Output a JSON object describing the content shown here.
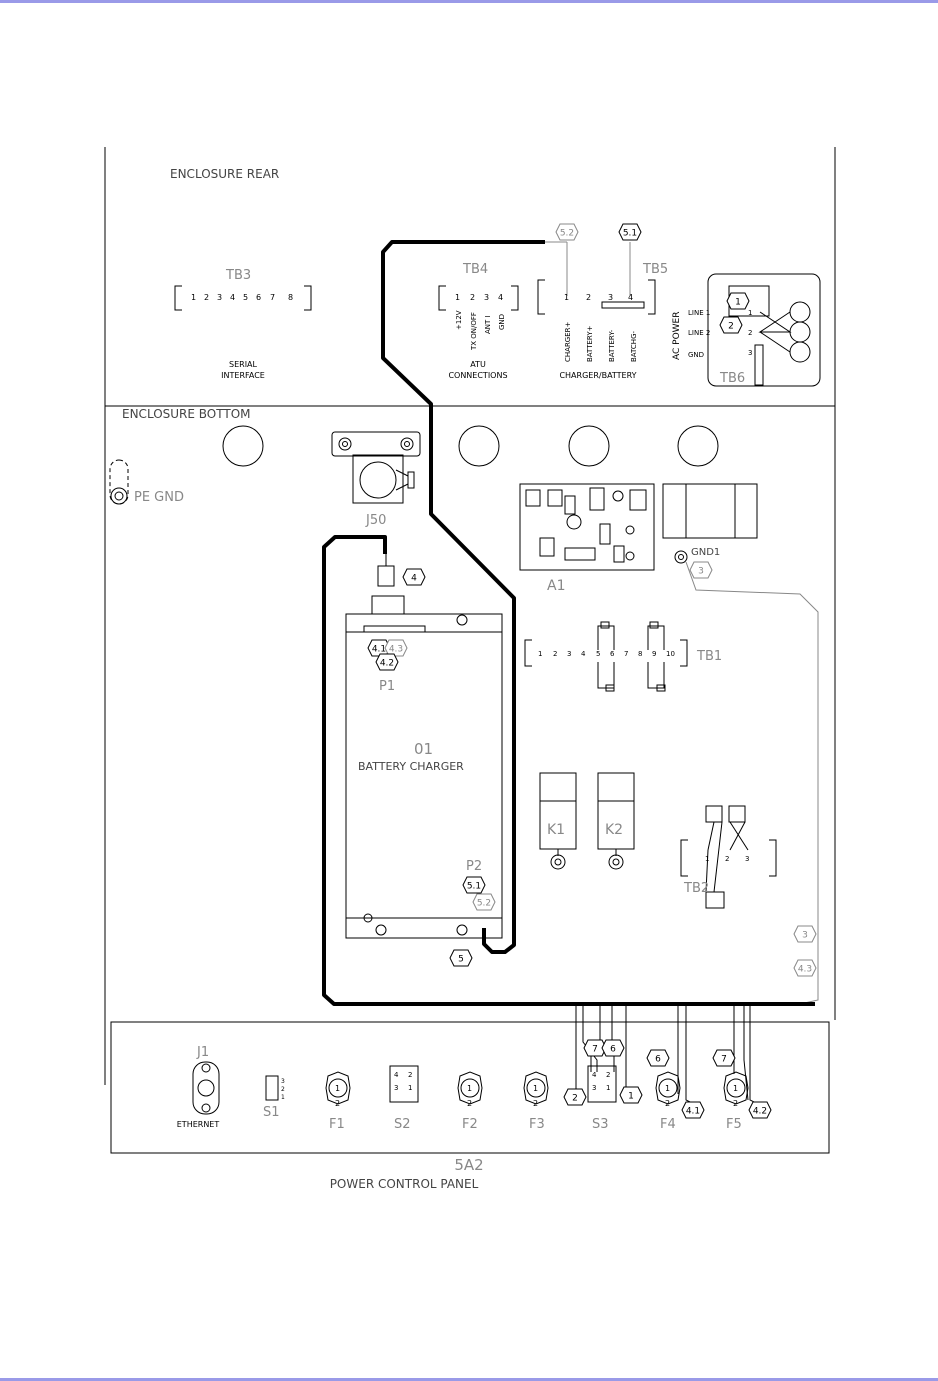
{
  "labels": {
    "enclosure_rear": "ENCLOSURE REAR",
    "enclosure_bottom": "ENCLOSURE BOTTOM",
    "tb3": "TB3",
    "tb3_pins": [
      "1",
      "2",
      "3",
      "4",
      "5",
      "6",
      "7",
      "8"
    ],
    "serial_interface_1": "SERIAL",
    "serial_interface_2": "INTERFACE",
    "tb4": "TB4",
    "tb4_pins": [
      "1",
      "2",
      "3",
      "4"
    ],
    "tb4_signals": [
      "+12V",
      "TX ON/OFF",
      "ANT I",
      "GND"
    ],
    "atu_1": "ATU",
    "atu_2": "CONNECTIONS",
    "tb5": "TB5",
    "tb5_pins": [
      "1",
      "2",
      "3",
      "4"
    ],
    "tb5_signals": [
      "CHARGER+",
      "BATTERY+",
      "BATTERY-",
      "BATCHG-"
    ],
    "charger_battery": "CHARGER/BATTERY",
    "ac_power": "AC POWER",
    "tb6_signals": [
      "LINE 1",
      "LINE 2",
      "GND"
    ],
    "tb6_pins": [
      "1",
      "2",
      "3"
    ],
    "tb6": "TB6",
    "pe_gnd": "PE GND",
    "j50": "J50",
    "a1": "A1",
    "gnd1": "GND1",
    "tb1": "TB1",
    "tb1_pins": [
      "1",
      "2",
      "3",
      "4",
      "5",
      "6",
      "7",
      "8",
      "9",
      "10"
    ],
    "p1": "P1",
    "p2": "P2",
    "unit_01": "01",
    "battery_charger": "BATTERY CHARGER",
    "k1": "K1",
    "k2": "K2",
    "tb2": "TB2",
    "tb2_pins": [
      "1",
      "2",
      "3"
    ],
    "j1": "J1",
    "ethernet": "ETHERNET",
    "s1": "S1",
    "s1_pins": [
      "3",
      "2",
      "1"
    ],
    "f1": "F1",
    "s2": "S2",
    "f2": "F2",
    "f3": "F3",
    "s3": "S3",
    "f4": "F4",
    "f5": "F5",
    "panel_id": "5A2",
    "panel_title": "POWER CONTROL PANEL",
    "fuse_pins": [
      "1",
      "2"
    ],
    "switch_pins": [
      "4",
      "2",
      "3",
      "1"
    ]
  },
  "wire_tags": {
    "w52": "5.2",
    "w51": "5.1",
    "w4": "4",
    "w41": "4.1",
    "w43": "4.3",
    "w42": "4.2",
    "w51b": "5.1",
    "w52b": "5.2",
    "w5": "5",
    "w3a": "3",
    "w3b": "3",
    "w43b": "4.3",
    "w7a": "7",
    "w6a": "6",
    "w6b": "6",
    "w7b": "7",
    "w2": "2",
    "w1": "1",
    "w41b": "4.1",
    "w42b": "4.2",
    "tb6_1": "1",
    "tb6_2": "2"
  },
  "colors": {
    "line": "#000000",
    "thin_gray": "#888888",
    "rule": "#9a9ae8"
  }
}
